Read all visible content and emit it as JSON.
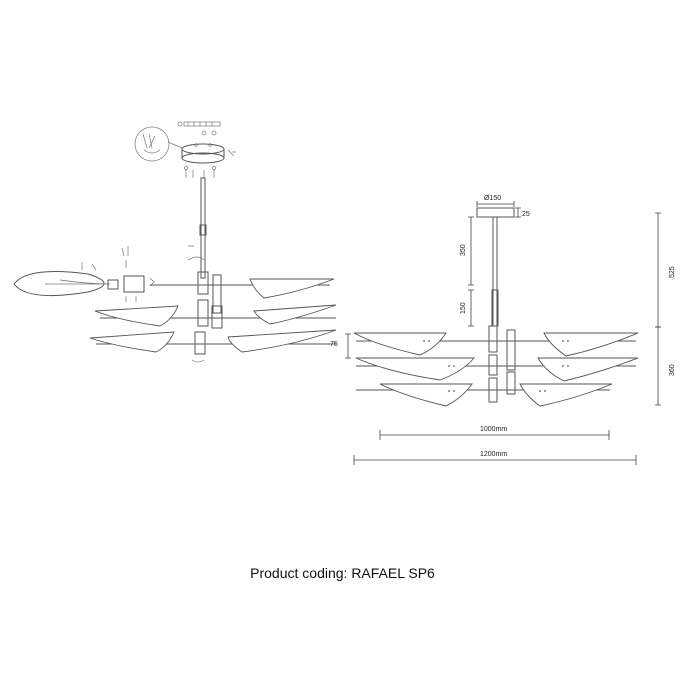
{
  "dimensions": {
    "canopy_diameter": "Ø150",
    "canopy_height": "25",
    "rod_upper": "350",
    "rod_lower": "150",
    "blade_gap": "75",
    "height_upper": "525",
    "height_lower": "360",
    "width_inner": "1000mm",
    "width_outer": "1200mm"
  },
  "caption": "Product coding: RAFAEL SP6"
}
